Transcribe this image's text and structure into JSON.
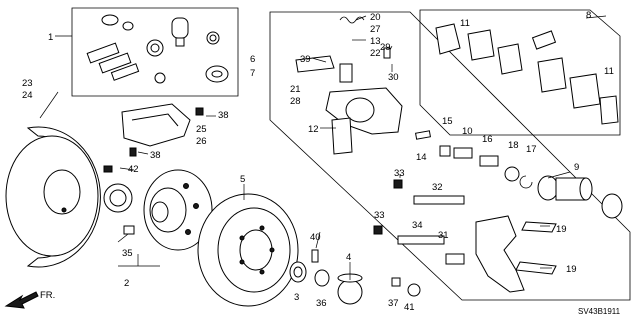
{
  "callouts": [
    "1",
    "2",
    "3",
    "4",
    "5",
    "6",
    "7",
    "8",
    "9",
    "10",
    "11",
    "11",
    "12",
    "13",
    "14",
    "15",
    "16",
    "17",
    "18",
    "19",
    "19",
    "20",
    "21",
    "22",
    "23",
    "24",
    "25",
    "26",
    "27",
    "28",
    "29",
    "30",
    "31",
    "32",
    "33",
    "33",
    "34",
    "35",
    "36",
    "37",
    "38",
    "38",
    "39",
    "40",
    "41",
    "42"
  ],
  "diagram_code": "SV43B1911",
  "direction_label": "FR."
}
